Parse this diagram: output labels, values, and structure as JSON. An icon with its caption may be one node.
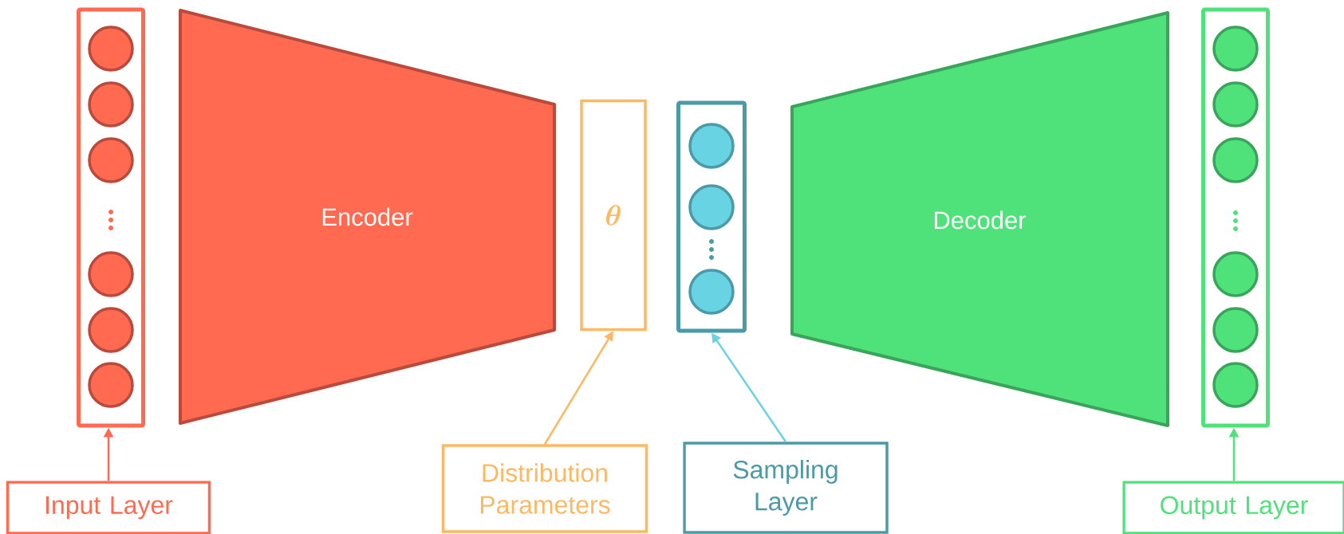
{
  "diagram": {
    "nodes": [
      {
        "text": [],
        "shape": "box"
      },
      {
        "text": [],
        "shape": "circle",
        "in": 0
      },
      {
        "text": [],
        "shape": "circle",
        "in": 0
      },
      {
        "text": [],
        "shape": "circle",
        "in": 0
      },
      {
        "text": [],
        "shape": "circle",
        "in": 0
      },
      {
        "text": [],
        "shape": "circle",
        "in": 0
      },
      {
        "text": [],
        "shape": "circle",
        "in": 0
      },
      {
        "text": [
          "Encoder"
        ]
      },
      {
        "text": [
          "\\boldsymbol{\\theta}"
        ]
      },
      {
        "text": [],
        "shape": "box"
      },
      {
        "text": [],
        "shape": "circle",
        "in": 9
      },
      {
        "text": [],
        "shape": "circle",
        "in": 9
      },
      {
        "text": [],
        "shape": "circle",
        "in": 9
      },
      {
        "text": [
          "Decoder"
        ]
      },
      {
        "text": [],
        "shape": "box"
      },
      {
        "text": [],
        "shape": "circle",
        "in": 14
      },
      {
        "text": [],
        "shape": "circle",
        "in": 14
      },
      {
        "text": [],
        "shape": "circle",
        "in": 14
      },
      {
        "text": [],
        "shape": "circle",
        "in": 14
      },
      {
        "text": [],
        "shape": "circle",
        "in": 14
      },
      {
        "text": [],
        "shape": "circle",
        "in": 14
      },
      {
        "text": [
          "Input Layer"
        ]
      },
      {
        "text": [
          "Distribution Parameters"
        ]
      },
      {
        "text": [
          "Sampling Layer"
        ]
      },
      {
        "text": [
          "Output Layer"
        ]
      }
    ],
    "edges": [
      {
        "from": 21,
        "to": 0,
        "arrow": "to",
        "color": "#ff6a50"
      },
      {
        "from": 22,
        "to": 8,
        "arrow": "to",
        "color": "#fdb863"
      },
      {
        "from": 23,
        "to": 9,
        "arrow": "to",
        "color": "#68d3e3"
      },
      {
        "from": 24,
        "to": 14,
        "arrow": "to",
        "color": "#50e27a"
      }
    ]
  }
}
